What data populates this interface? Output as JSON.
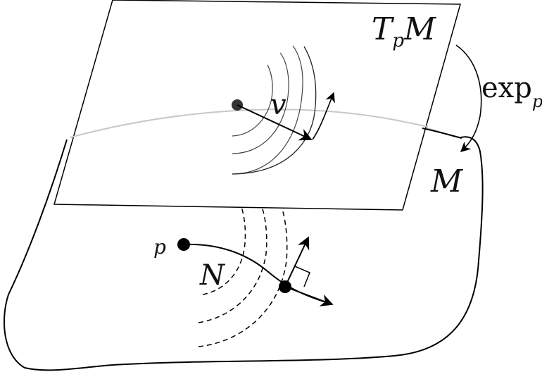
{
  "labels": {
    "tangent_space": "T",
    "tangent_space_sub": "p",
    "tangent_space_manifold": "M",
    "exp_map": "exp",
    "exp_map_sub": "p",
    "manifold": "M",
    "point": "p",
    "submanifold": "N",
    "vector": "v"
  },
  "colors": {
    "stroke": "#000000",
    "faint_curve": "#c8c8c8",
    "wave": "#333333"
  }
}
